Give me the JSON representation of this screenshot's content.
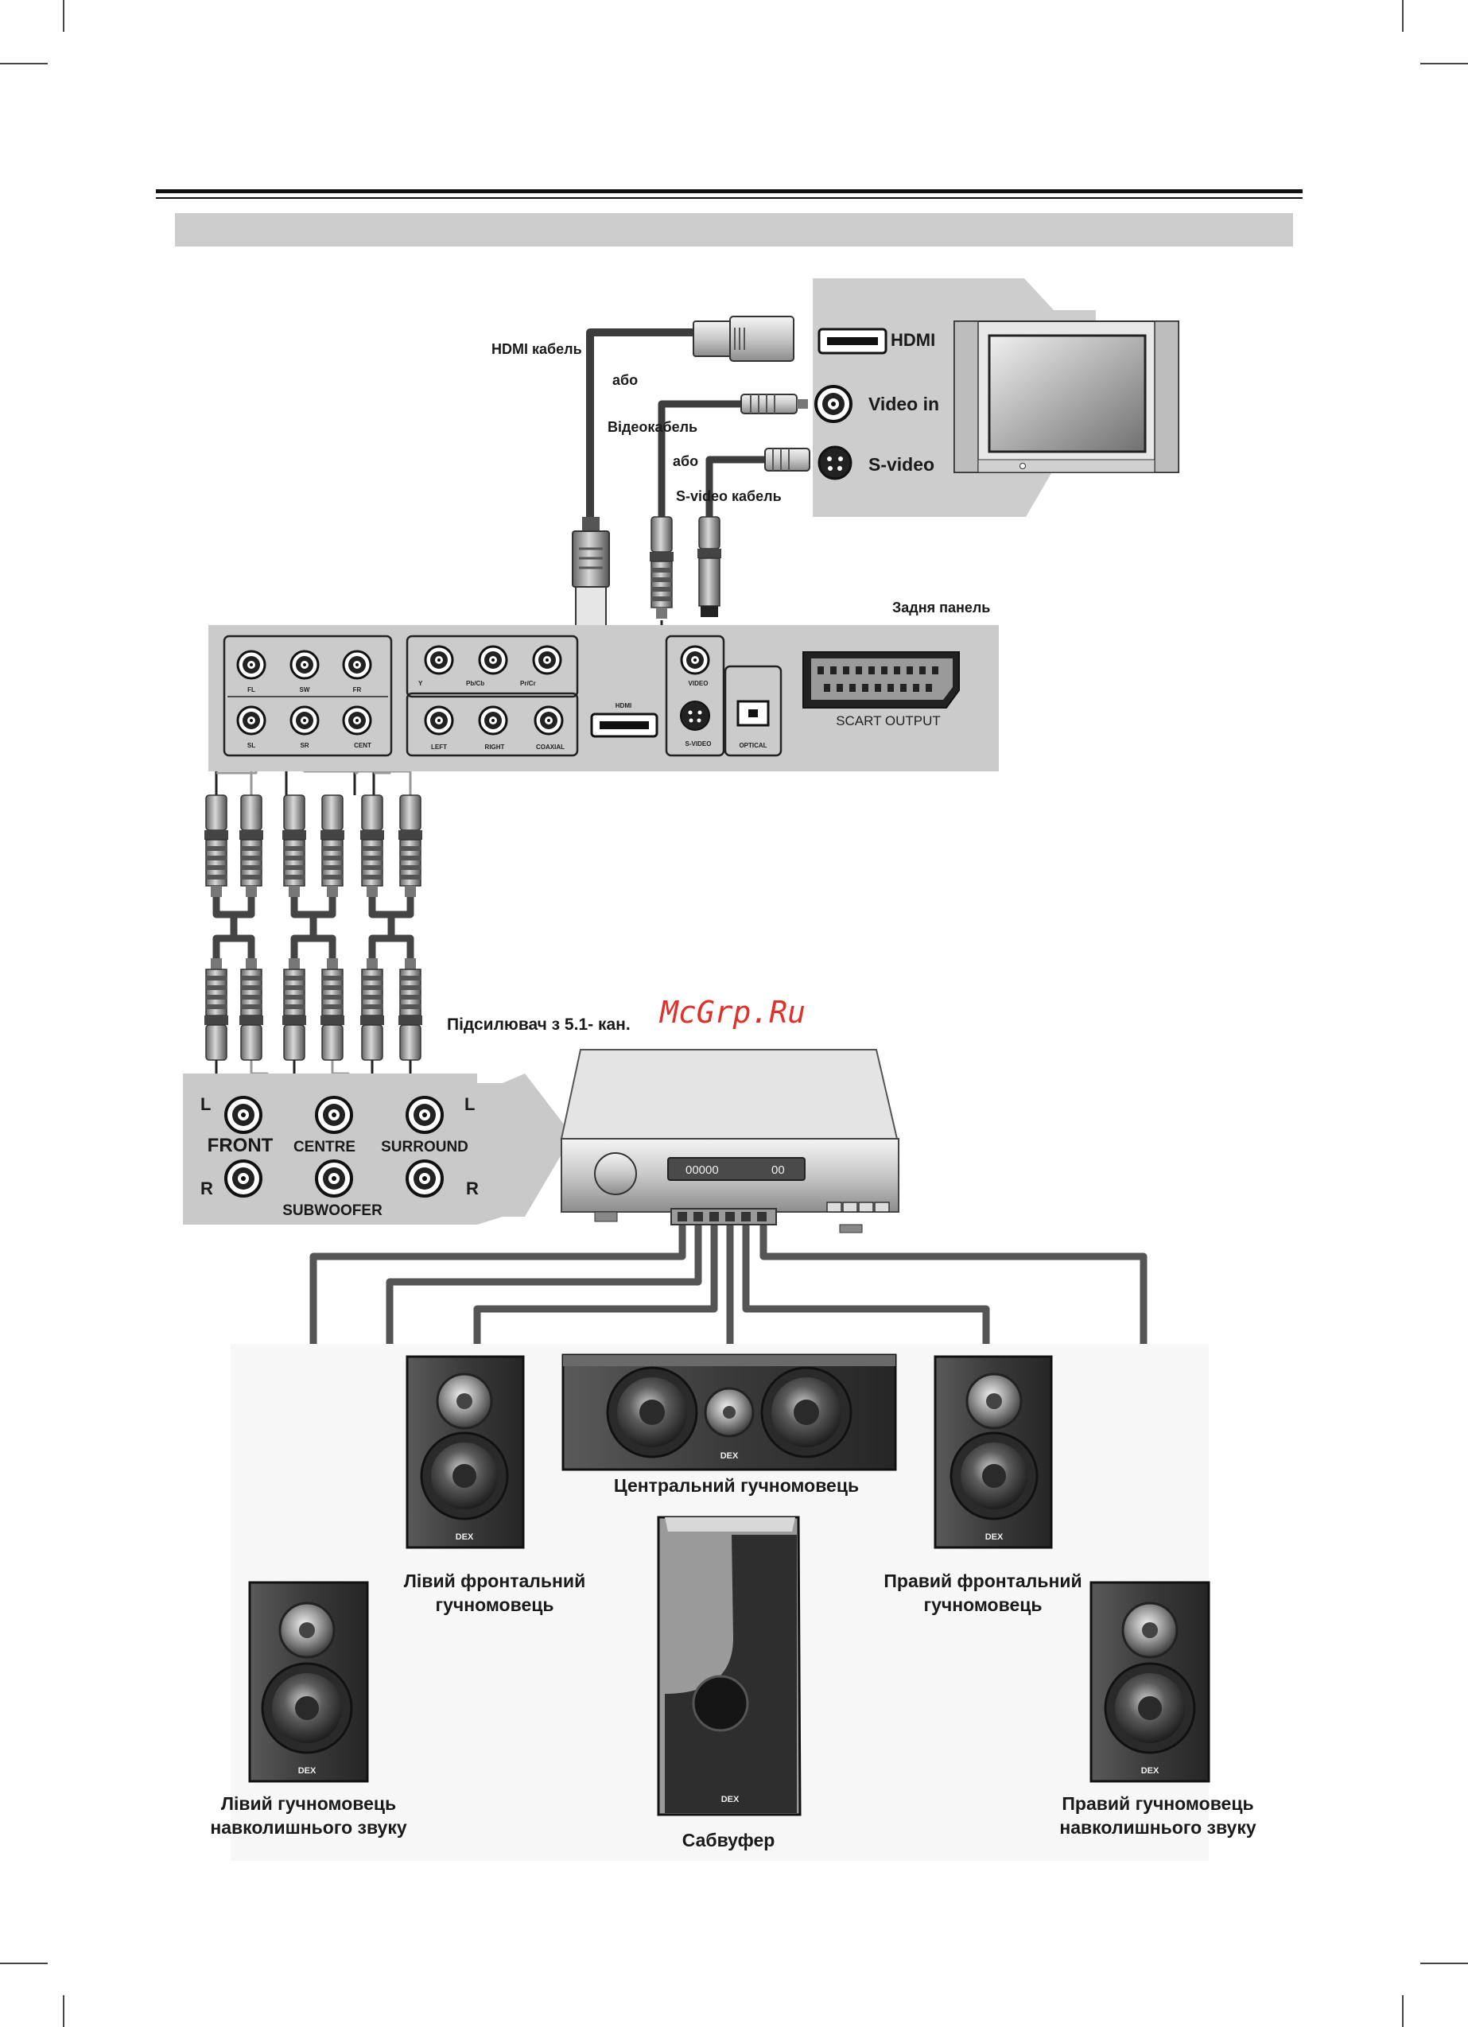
{
  "page": {
    "watermark": "McGrp.Ru"
  },
  "tv": {
    "hdmi_label": "HDMI",
    "video_in_label": "Video in",
    "s_video_label": "S-video"
  },
  "cables": {
    "hdmi_cable": "HDMI кабель",
    "or_1": "або",
    "video_cable": "Відеокабель",
    "or_2": "або",
    "s_video_cable": "S-video кабель"
  },
  "rear_panel": {
    "title": "Задня панель",
    "audio_51": {
      "top": [
        "FL",
        "SW",
        "FR"
      ],
      "bottom": [
        "SL",
        "SR",
        "CENT"
      ]
    },
    "component": [
      "Y",
      "Pb/Cb",
      "Pr/Cr"
    ],
    "stereo": [
      "LEFT",
      "RIGHT",
      "COAXIAL"
    ],
    "hdmi": "HDMI",
    "video": "VIDEO",
    "s_video": "S-VIDEO",
    "optical": "OPTICAL",
    "scart": "SCART OUTPUT"
  },
  "amplifier": {
    "title": "Підсилювач з 5.1- кан.",
    "panel": {
      "l_left": "L",
      "r_left": "R",
      "l_right": "L",
      "r_right": "R",
      "front": "FRONT",
      "centre": "CENTRE",
      "surround": "SURROUND",
      "subwoofer": "SUBWOOFER"
    },
    "display_left": "00000",
    "display_right": "00"
  },
  "speakers": {
    "brand": "DEX",
    "centre": "Центральний гучномовець",
    "front_left": [
      "Лівий фронтальний",
      "гучномовець"
    ],
    "front_right": [
      "Правий фронтальний",
      "гучномовець"
    ],
    "surround_left": [
      "Лівий гучномовець",
      "навколишнього звуку"
    ],
    "surround_right": [
      "Правий гучномовець",
      "навколишнього звуку"
    ],
    "subwoofer": "Сабвуфер"
  }
}
